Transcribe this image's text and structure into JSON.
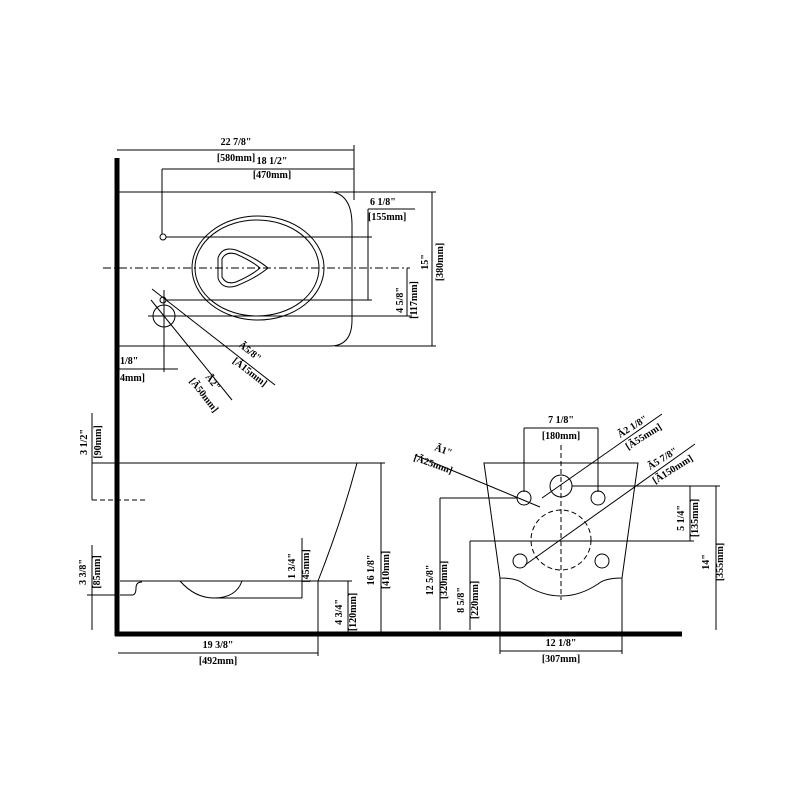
{
  "top_view": {
    "overall_length": {
      "in": "22 7/8\"",
      "mm": "[580mm]"
    },
    "hole_to_front": {
      "in": "18 1/2\"",
      "mm": "[470mm]"
    },
    "hole_spacing": {
      "in": "6 1/8\"",
      "mm": "[155mm]"
    },
    "width": {
      "in": "15\"",
      "mm": "[380mm]"
    },
    "offset": {
      "in": "4 5/8\"",
      "mm": "[117mm]"
    },
    "wall_offset": {
      "in": "1/8\"",
      "mm": "4mm]"
    },
    "bolt_dia": {
      "in": "Ã5/8\"",
      "mm": "[Ã15mm]"
    },
    "outlet_dia": {
      "in": "Ã2\"",
      "mm": "[Ã50mm]"
    }
  },
  "side_view": {
    "top_offset": {
      "in": "3 1/2\"",
      "mm": "[90mm]"
    },
    "bottom_profile": {
      "in": "3 3/8\"",
      "mm": "[85mm]"
    },
    "bowl_depth": {
      "in": "1 3/4\"",
      "mm": "[45mm]"
    },
    "floor_clearance": {
      "in": "4 3/4\"",
      "mm": "[120mm]"
    },
    "height": {
      "in": "16 1/8\"",
      "mm": "[410mm]"
    },
    "projection": {
      "in": "19 3/8\"",
      "mm": "[492mm]"
    }
  },
  "front_view": {
    "bolt_spacing": {
      "in": "7 1/8\"",
      "mm": "[180mm]"
    },
    "small_hole_dia": {
      "in": "Ã1\"",
      "mm": "[Ã25mm]"
    },
    "inlet_dia": {
      "in": "Ã2 1/8\"",
      "mm": "[Ã55mm]"
    },
    "outlet_dia": {
      "in": "Ã5 7/8\"",
      "mm": "[Ã150mm]"
    },
    "inlet_to_outlet": {
      "in": "5 1/4\"",
      "mm": "[135mm]"
    },
    "inlet_height": {
      "in": "14\"",
      "mm": "[355mm]"
    },
    "bolt_height": {
      "in": "12 5/8\"",
      "mm": "[320mm]"
    },
    "outlet_height": {
      "in": "8 5/8\"",
      "mm": "[220mm]"
    },
    "base_width": {
      "in": "12 1/8\"",
      "mm": "[307mm]"
    }
  }
}
